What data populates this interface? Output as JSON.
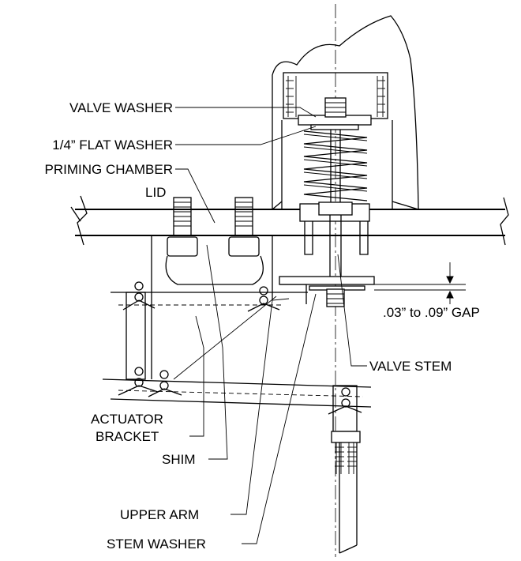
{
  "labels": {
    "valve_washer": "VALVE WASHER",
    "flat_washer": "1/4” FLAT WASHER",
    "priming_chamber": "PRIMING CHAMBER",
    "lid": "LID",
    "gap": ".03” to .09” GAP",
    "valve_stem": "VALVE STEM",
    "actuator": "ACTUATOR",
    "bracket": "BRACKET",
    "shim": "SHIM",
    "upper_arm": "UPPER ARM",
    "stem_washer": "STEM WASHER"
  }
}
